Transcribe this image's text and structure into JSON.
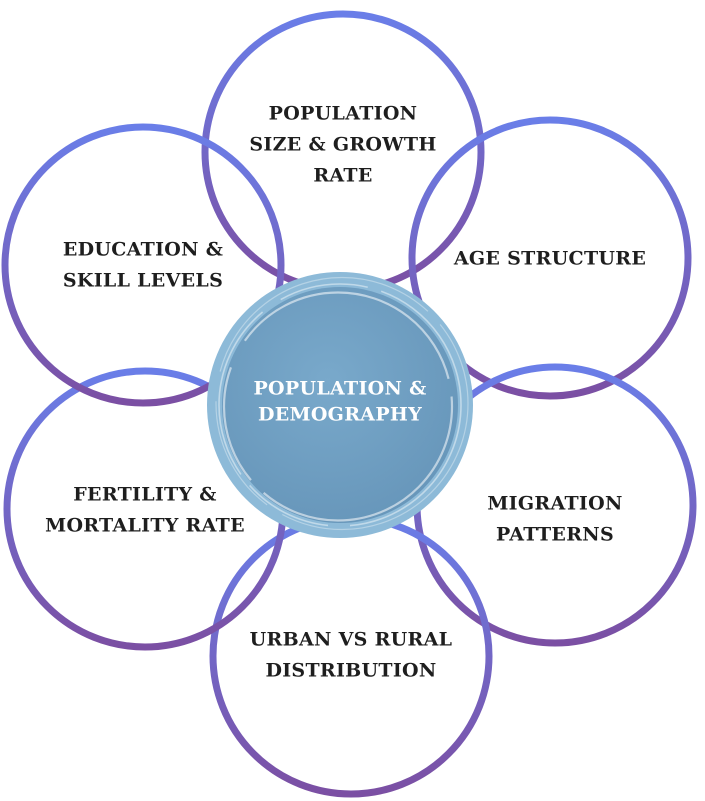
{
  "colors": {
    "ring_top": "#6a7ee8",
    "ring_bottom": "#7b4fa3",
    "center_fill": "#6e9fc2",
    "center_ring": "#8dbad8",
    "center_text": "#ffffff",
    "label_text": "#1e1e1e"
  },
  "center": {
    "lines": [
      "POPULATION &",
      "DEMOGRAPHY"
    ]
  },
  "nodes": [
    {
      "id": "population-size",
      "lines": [
        "POPULATION",
        "SIZE & GROWTH",
        "RATE"
      ]
    },
    {
      "id": "age-structure",
      "lines": [
        "AGE STRUCTURE"
      ]
    },
    {
      "id": "migration-patterns",
      "lines": [
        "MIGRATION",
        "PATTERNS"
      ]
    },
    {
      "id": "urban-rural",
      "lines": [
        "URBAN VS RURAL",
        "DISTRIBUTION"
      ]
    },
    {
      "id": "fertility-mortality",
      "lines": [
        "FERTILITY &",
        "MORTALITY RATE"
      ]
    },
    {
      "id": "education-skill",
      "lines": [
        "EDUCATION &",
        "SKILL LEVELS"
      ]
    }
  ]
}
